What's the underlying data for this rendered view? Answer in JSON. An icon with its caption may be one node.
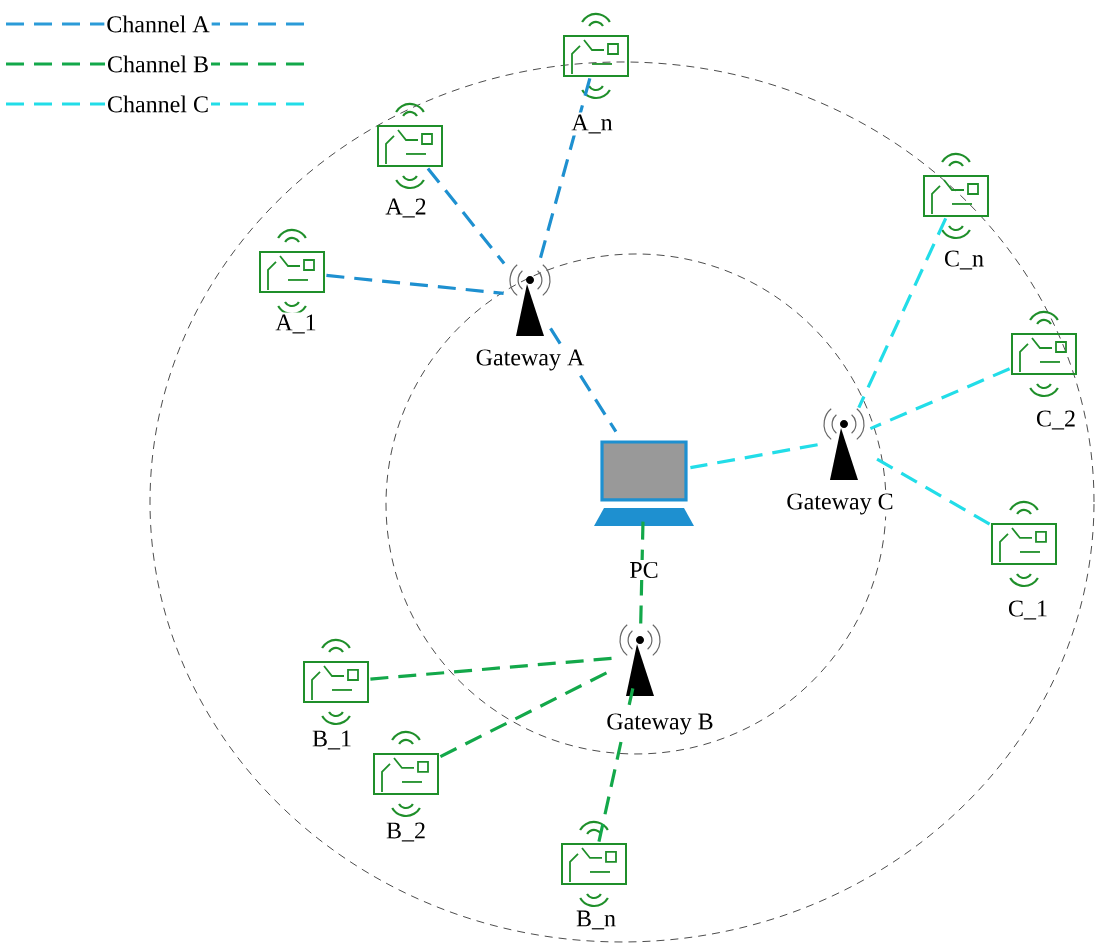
{
  "diagram": {
    "nodes": [
      {
        "text": [
          "A_1"
        ]
      },
      {
        "text": [
          "A_2"
        ]
      },
      {
        "text": [
          "A_n"
        ]
      },
      {
        "text": [
          "Gateway A"
        ]
      },
      {
        "text": [
          "C_n"
        ]
      },
      {
        "text": [
          "C_2"
        ]
      },
      {
        "text": [
          "PC"
        ]
      },
      {
        "text": [
          "Gateway C"
        ]
      },
      {
        "text": [
          "C_1"
        ]
      },
      {
        "text": [
          "Gateway B"
        ]
      },
      {
        "text": [
          "B_1"
        ]
      },
      {
        "text": [
          "B_2"
        ]
      },
      {
        "text": [
          "B_n"
        ]
      }
    ],
    "edges": [
      {
        "from": 0,
        "to": 3,
        "arrow": "none",
        "style": "dashed",
        "color": "#1e90d0"
      },
      {
        "from": 1,
        "to": 3,
        "arrow": "none",
        "style": "dashed",
        "color": "#1e90d0"
      },
      {
        "from": 2,
        "to": 3,
        "arrow": "none",
        "style": "dashed",
        "color": "#1e90d0"
      },
      {
        "from": 3,
        "to": 6,
        "arrow": "none",
        "style": "dashed",
        "color": "#1e90d0"
      },
      {
        "from": 4,
        "to": 7,
        "arrow": "none",
        "style": "dashed",
        "color": "#22dde8"
      },
      {
        "from": 5,
        "to": 7,
        "arrow": "none",
        "style": "dashed",
        "color": "#22dde8"
      },
      {
        "from": 8,
        "to": 7,
        "arrow": "none",
        "style": "dashed",
        "color": "#22dde8"
      },
      {
        "from": 7,
        "to": 6,
        "arrow": "none",
        "style": "dashed",
        "color": "#22dde8"
      },
      {
        "from": 10,
        "to": 9,
        "arrow": "none",
        "style": "dashed",
        "color": "#13a84a"
      },
      {
        "from": 11,
        "to": 9,
        "arrow": "none",
        "style": "dashed",
        "color": "#13a84a"
      },
      {
        "from": 12,
        "to": 9,
        "arrow": "none",
        "style": "dashed",
        "color": "#13a84a"
      },
      {
        "from": 9,
        "to": 6,
        "arrow": "none",
        "style": "dashed",
        "color": "#13a84a"
      }
    ],
    "legend": [
      {
        "text": "Channel A"
      },
      {
        "text": "Channel B"
      },
      {
        "text": "Channel C"
      }
    ]
  }
}
